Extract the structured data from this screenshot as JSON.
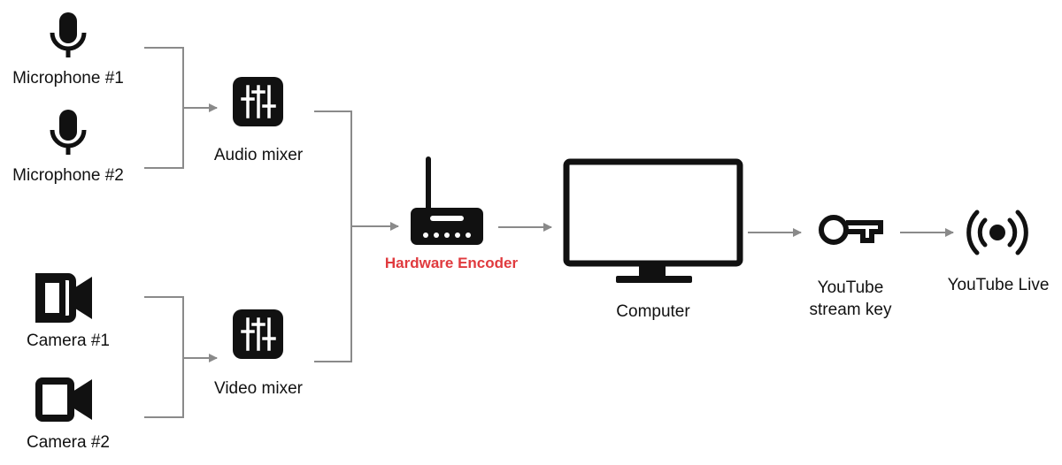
{
  "nodes": {
    "mic1": {
      "label": "Microphone #1",
      "icon": "microphone-icon"
    },
    "mic2": {
      "label": "Microphone #2",
      "icon": "microphone-icon"
    },
    "cam1": {
      "label": "Camera #1",
      "icon": "video-camera-icon"
    },
    "cam2": {
      "label": "Camera #2",
      "icon": "video-camera-icon"
    },
    "audio_mixer": {
      "label": "Audio mixer",
      "icon": "mixer-sliders-icon"
    },
    "video_mixer": {
      "label": "Video mixer",
      "icon": "mixer-sliders-icon"
    },
    "encoder": {
      "label": "Hardware Encoder",
      "icon": "router-antenna-icon"
    },
    "computer": {
      "label": "Computer",
      "icon": "monitor-icon"
    },
    "stream_key": {
      "label_line1": "YouTube",
      "label_line2": "stream key",
      "icon": "key-icon"
    },
    "youtube_live": {
      "label": "YouTube Live",
      "icon": "broadcast-icon"
    }
  },
  "colors": {
    "icon": "#111111",
    "connector": "#8a8a8a",
    "highlight": "#e03a3e",
    "text": "#111111"
  }
}
